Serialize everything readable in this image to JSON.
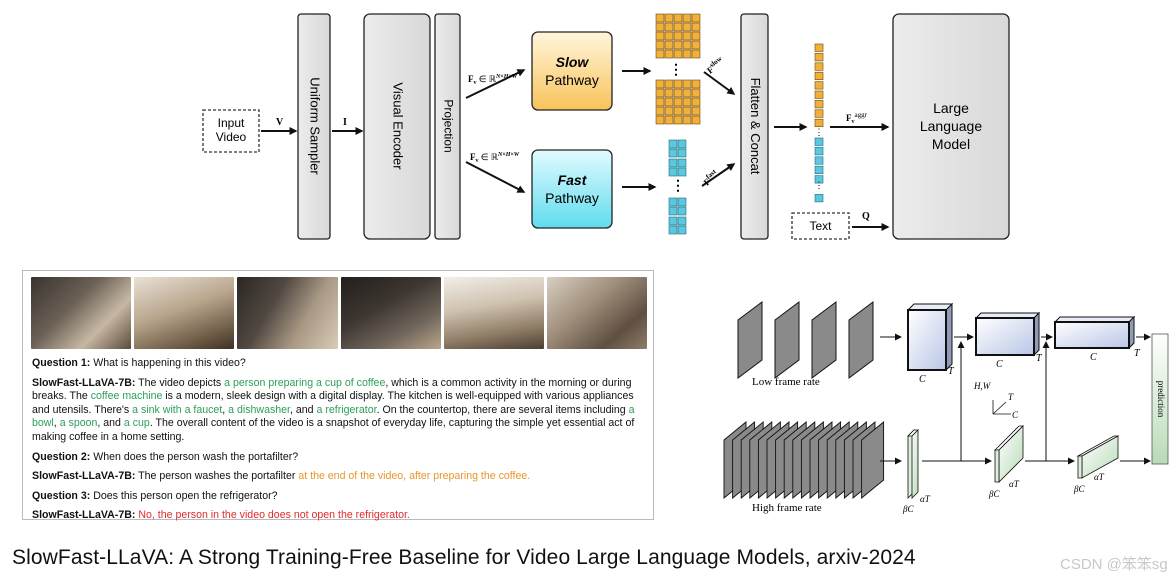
{
  "pipeline": {
    "input_video": "Input\nVideo",
    "v_label": "V",
    "uniform_sampler": "Uniform Sampler",
    "i_label": "I",
    "visual_encoder": "Visual Encoder",
    "projection": "Projection",
    "fv_label": "F",
    "slow_title": "Slow",
    "slow_sub": "Pathway",
    "fast_title": "Fast",
    "fast_sub": "Pathway",
    "fslow_label": "F",
    "fslow_sup": "slow",
    "ffast_label": "F",
    "ffast_sup": "fast",
    "flatten_concat": "Flatten & Concat",
    "faggr_label": "F",
    "faggr_sup": "aggr",
    "text_box": "Text",
    "q_label": "Q",
    "llm": "Large\nLanguage\nModel",
    "colors": {
      "slow_fill": "#fbd37c",
      "fast_fill": "#7ee3f0",
      "slow_token": "#f0b03a",
      "fast_token": "#5cc7dd",
      "block": "#e6e6e6"
    }
  },
  "qa": {
    "frames": [
      "frame-1",
      "frame-2",
      "frame-3",
      "frame-4",
      "frame-5",
      "frame-6"
    ],
    "q1_label": "Question 1:",
    "q1": "What is happening in this video?",
    "a1_label": "SlowFast-LLaVA-7B:",
    "a1_parts": [
      {
        "t": "The video depicts ",
        "c": ""
      },
      {
        "t": "a person preparing a cup of coffee",
        "c": "green"
      },
      {
        "t": ", which is a common activity in the morning or during breaks. The ",
        "c": ""
      },
      {
        "t": "coffee machine",
        "c": "green"
      },
      {
        "t": " is a modern, sleek design with a digital display. The kitchen is well-equipped with various appliances and utensils. There's ",
        "c": ""
      },
      {
        "t": "a sink with a faucet",
        "c": "green"
      },
      {
        "t": ", ",
        "c": ""
      },
      {
        "t": "a dishwasher",
        "c": "green"
      },
      {
        "t": ", and ",
        "c": ""
      },
      {
        "t": "a refrigerator",
        "c": "green"
      },
      {
        "t": ". On the countertop, there are several items including ",
        "c": ""
      },
      {
        "t": "a bowl",
        "c": "green"
      },
      {
        "t": ", ",
        "c": ""
      },
      {
        "t": "a spoon",
        "c": "green"
      },
      {
        "t": ", and ",
        "c": ""
      },
      {
        "t": "a cup",
        "c": "green"
      },
      {
        "t": ". The overall content of the video is a snapshot of everyday life, capturing the simple yet essential act of making coffee in a home setting.",
        "c": ""
      }
    ],
    "q2_label": "Question 2:",
    "q2": "When does the person wash the portafilter?",
    "a2_label": "SlowFast-LLaVA-7B:",
    "a2_plain": "The person washes the portafilter ",
    "a2_hl": "at the end of the video, after preparing the coffee.",
    "q3_label": "Question 3:",
    "q3": "Does this person open the refrigerator?",
    "a3_label": "SlowFast-LLaVA-7B:",
    "a3_hl": "No, the person in the video does not open the refrigerator."
  },
  "arch": {
    "low_frame_rate": "Low frame rate",
    "high_frame_rate": "High frame rate",
    "c": "C",
    "t": "T",
    "hw": "H,W",
    "bc": "βC",
    "at": "αT",
    "prediction": "prediction"
  },
  "caption": "SlowFast-LLaVA: A Strong Training-Free Baseline for Video Large Language Models, arxiv-2024",
  "watermark": "CSDN @笨笨sg"
}
